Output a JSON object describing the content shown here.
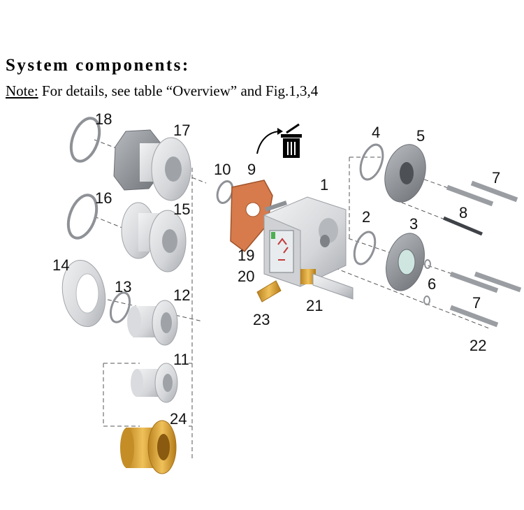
{
  "heading": "System components:",
  "note": {
    "prefix": "Note:",
    "text": " For details, see table “Overview” and Fig.1,3,4"
  },
  "part_numbers": [
    "1",
    "2",
    "3",
    "4",
    "5",
    "6",
    "7",
    "7",
    "8",
    "9",
    "10",
    "11",
    "12",
    "13",
    "14",
    "15",
    "16",
    "17",
    "18",
    "19",
    "20",
    "21",
    "22",
    "23",
    "24"
  ],
  "icons": {
    "disposal": "trash-bin-icon"
  },
  "colors": {
    "metal_light": "#e6e7e9",
    "metal_mid": "#c4c6ca",
    "metal_dark": "#8e9196",
    "brass": "#d8a032",
    "gasket": "#d77b4c"
  }
}
